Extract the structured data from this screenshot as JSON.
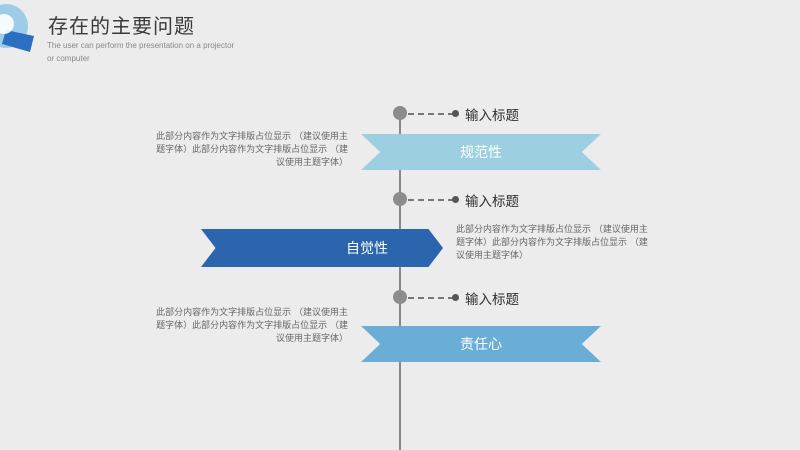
{
  "header": {
    "title": "存在的主要问题",
    "subtitle": "The user can perform the presentation on a projector or computer"
  },
  "colors": {
    "light_ribbon": "#9cd0e1",
    "dark_ribbon": "#2a65ad",
    "mid_ribbon": "#6aaed8",
    "timeline": "#888888",
    "logo_blue": "#2a6fc0",
    "logo_light": "#8fc6e8"
  },
  "timeline": {
    "items": [
      {
        "node_label": "输入标题",
        "ribbon_label": "规范性",
        "description": "此部分内容作为文字排版占位显示 （建议使用主题字体）此部分内容作为文字排版占位显示 （建议使用主题字体）"
      },
      {
        "node_label": "输入标题",
        "ribbon_label": "自觉性",
        "description": "此部分内容作为文字排版占位显示 （建议使用主题字体）此部分内容作为文字排版占位显示 （建议使用主题字体）"
      },
      {
        "node_label": "输入标题",
        "ribbon_label": "责任心",
        "description": "此部分内容作为文字排版占位显示 （建议使用主题字体）此部分内容作为文字排版占位显示 （建议使用主题字体）"
      }
    ]
  }
}
